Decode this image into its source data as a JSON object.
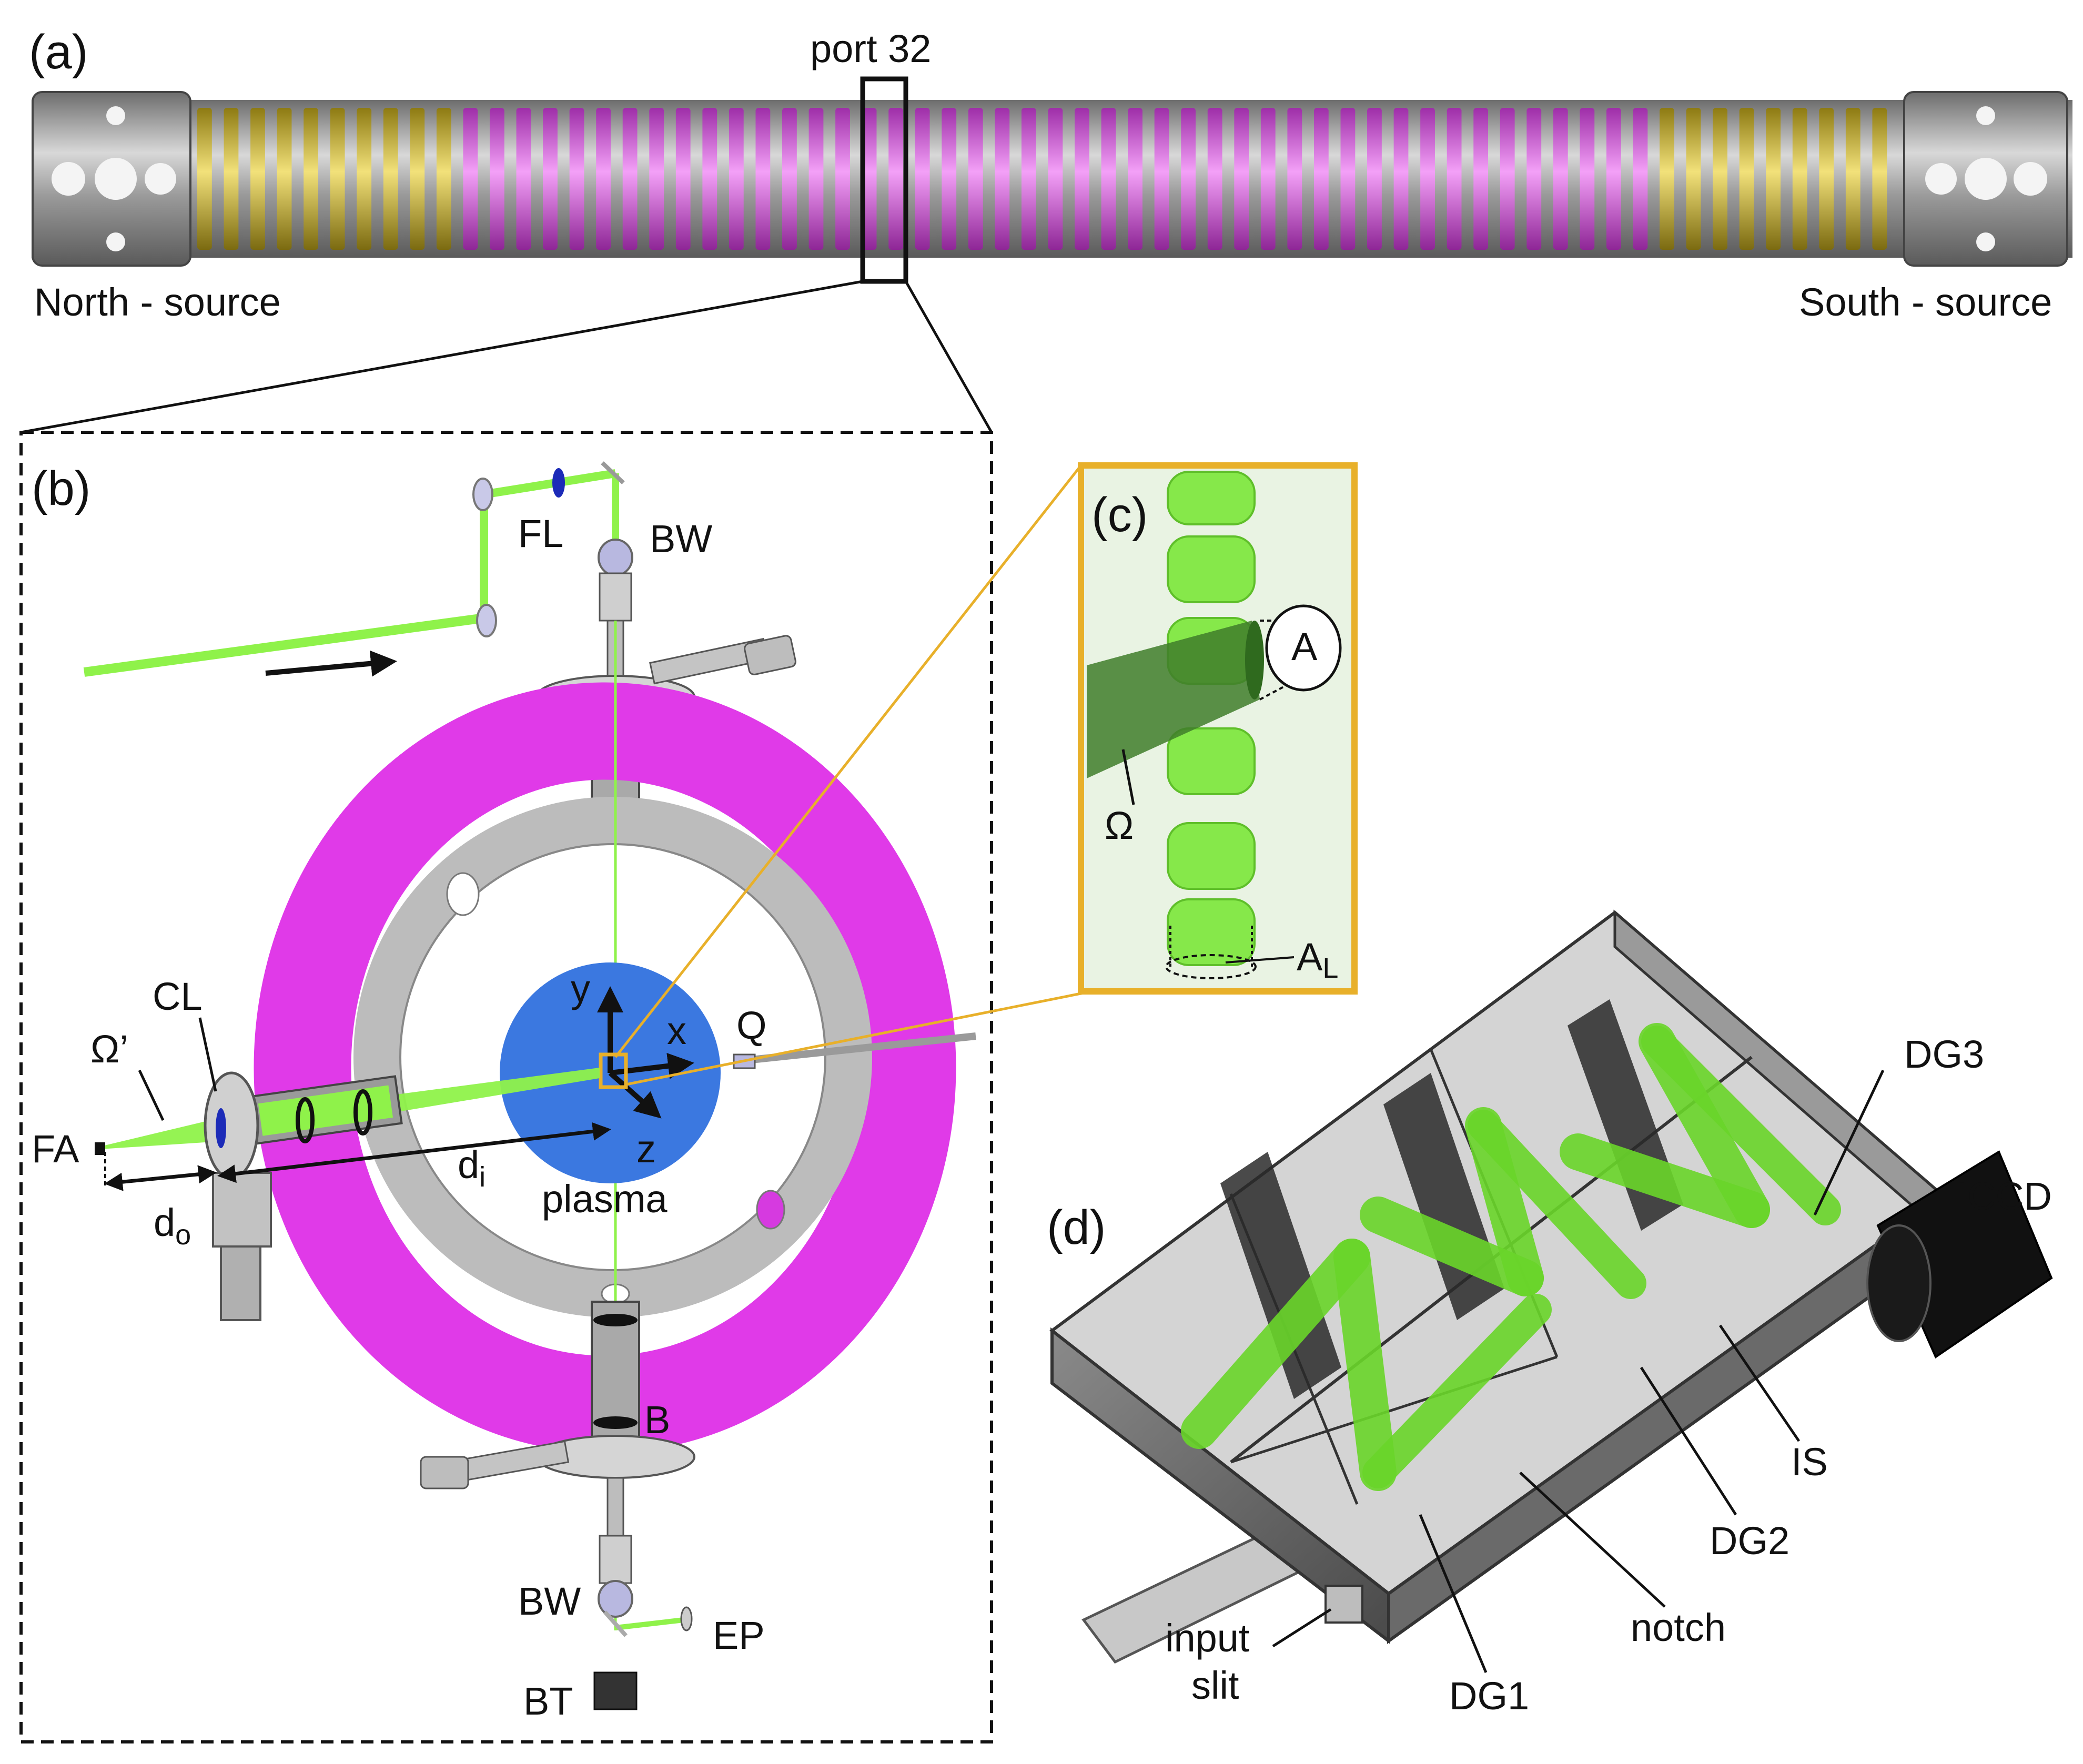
{
  "panels": {
    "a": "(a)",
    "b": "(b)",
    "c": "(c)",
    "d": "(d)"
  },
  "panel_a": {
    "port": "port 32",
    "north": "North - source",
    "south": "South - source"
  },
  "panel_b": {
    "FL": "FL",
    "BW_top": "BW",
    "CL": "CL",
    "omega_prime": "Ω’",
    "FA": "FA",
    "d_o": "d",
    "d_o_sub": "o",
    "d_i": "d",
    "d_i_sub": "i",
    "y": "y",
    "x": "x",
    "z": "z",
    "Q": "Q",
    "plasma": "plasma",
    "B": "B",
    "BW_bottom": "BW",
    "EP": "EP",
    "BT": "BT"
  },
  "panel_c": {
    "A": "A",
    "omega": "Ω",
    "A_L": "A",
    "A_L_sub": "L"
  },
  "panel_d": {
    "DG3": "DG3",
    "ICCD": "ICCD",
    "IS": "IS",
    "DG2": "DG2",
    "notch": "notch",
    "DG1": "DG1",
    "input": "input",
    "slit": "slit"
  },
  "colors": {
    "magnet_yellow": "#d9c23a",
    "magnet_magenta": "#e03ae8",
    "laser_green": "#7ee83a",
    "plasma_blue": "#3b78e0",
    "vessel_gray": "#b9b9b9",
    "callout_orange": "#e8b02a",
    "inset_bg": "#e9f3e3"
  }
}
